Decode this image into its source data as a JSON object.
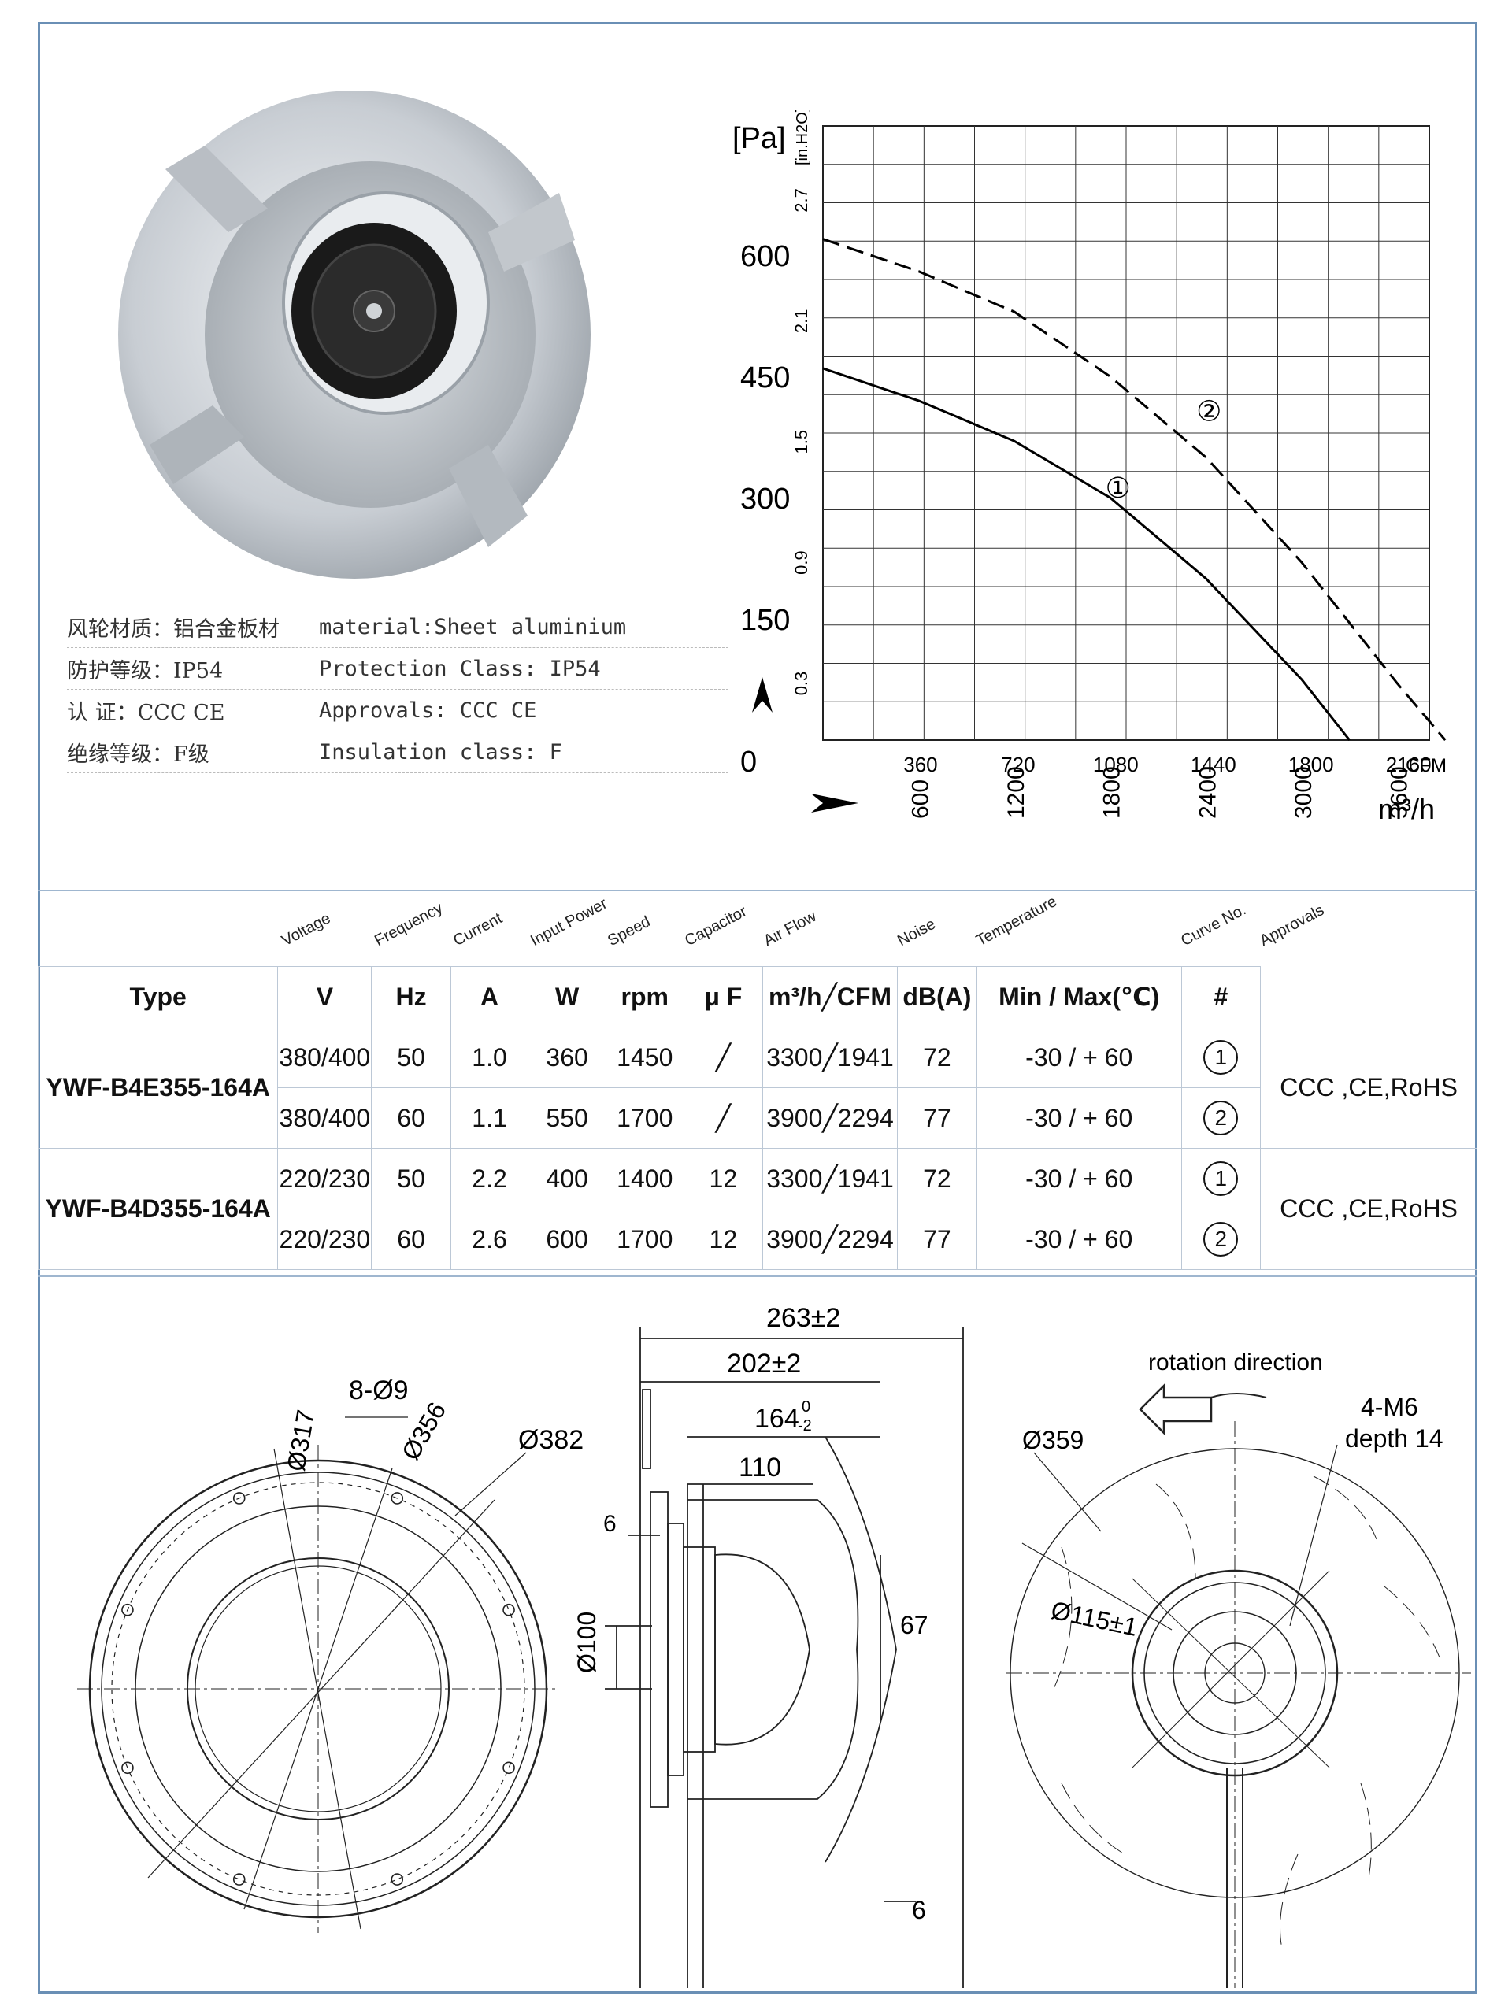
{
  "specs": [
    {
      "zh": "风轮材质：铝合金板材",
      "en": "material:Sheet aluminium"
    },
    {
      "zh": "防护等级：IP54",
      "en": "Protection Class: IP54"
    },
    {
      "zh": "认    证：CCC CE",
      "en": "Approvals: CCC  CE"
    },
    {
      "zh": "绝缘等级：F级",
      "en": "Insulation class: F"
    }
  ],
  "chart_data": {
    "type": "line",
    "ylabel_pa": "[Pa]",
    "ylabel_inh2o": "[in.H2O]",
    "y_ticks_pa": [
      "0",
      "150",
      "300",
      "450",
      "600"
    ],
    "y_ticks_inh2o": [
      "0.3",
      "0.9",
      "1.5",
      "2.1",
      "2.7"
    ],
    "x_ticks_cfm": [
      "360",
      "720",
      "1080",
      "1440",
      "1800",
      "2160"
    ],
    "x_unit_cfm": "CFM",
    "x_ticks_m3h": [
      "600",
      "1200",
      "1800",
      "2400",
      "3000",
      "3600"
    ],
    "x_unit_m3h": "m³/h",
    "xlim_m3h": [
      0,
      3800
    ],
    "ylim_pa": [
      0,
      760
    ],
    "series": [
      {
        "name": "①",
        "style": "solid",
        "x": [
          0,
          600,
          1200,
          1800,
          2400,
          3000,
          3300
        ],
        "y": [
          460,
          420,
          370,
          300,
          200,
          75,
          0
        ]
      },
      {
        "name": "②",
        "style": "dashed",
        "x": [
          0,
          600,
          1200,
          1800,
          2400,
          3000,
          3600,
          3900
        ],
        "y": [
          620,
          580,
          530,
          450,
          350,
          220,
          70,
          0
        ]
      }
    ],
    "series_label_pos": [
      {
        "label": "①",
        "x": 1770,
        "y": 300
      },
      {
        "label": "②",
        "x": 2340,
        "y": 395
      }
    ]
  },
  "table": {
    "param_headers": [
      "Voltage",
      "Frequency",
      "Current",
      "Input Power",
      "Speed",
      "Capacitor",
      "Air Flow",
      "Noise",
      "Temperature",
      "Curve No.",
      "Approvals"
    ],
    "unit_row": [
      "Type",
      "V",
      "Hz",
      "A",
      "W",
      "rpm",
      "μ F",
      "m³/h╱CFM",
      "dB(A)",
      "Min / Max(℃)",
      "#"
    ],
    "groups": [
      {
        "type": "YWF-B4E355-164A",
        "approvals": "CCC ,CE,RoHS",
        "rows": [
          [
            "380/400",
            "50",
            "1.0",
            "360",
            "1450",
            "╱",
            "3300╱1941",
            "72",
            "-30 / + 60",
            "1"
          ],
          [
            "380/400",
            "60",
            "1.1",
            "550",
            "1700",
            "╱",
            "3900╱2294",
            "77",
            "-30 / + 60",
            "2"
          ]
        ]
      },
      {
        "type": "YWF-B4D355-164A",
        "approvals": "CCC ,CE,RoHS",
        "rows": [
          [
            "220/230",
            "50",
            "2.2",
            "400",
            "1400",
            "12",
            "3300╱1941",
            "72",
            "-30 / + 60",
            "1"
          ],
          [
            "220/230",
            "60",
            "2.6",
            "600",
            "1700",
            "12",
            "3900╱2294",
            "77",
            "-30 / + 60",
            "2"
          ]
        ]
      }
    ]
  },
  "drawing": {
    "front": {
      "holes": "8-Ø9",
      "d1": "Ø317",
      "d2": "Ø356",
      "d3": "Ø382"
    },
    "side": {
      "w1": "263±2",
      "w2": "202±2",
      "w3_base": "164",
      "w3_sup": "0",
      "w3_sub": "-2",
      "w4": "110",
      "t1": "6",
      "h1": "Ø100",
      "d67": "67",
      "t2": "6"
    },
    "back": {
      "rotation": "rotation direction",
      "thread": "4-M6",
      "depth": "depth 14",
      "d1": "Ø359",
      "d2": "Ø115±1"
    }
  }
}
